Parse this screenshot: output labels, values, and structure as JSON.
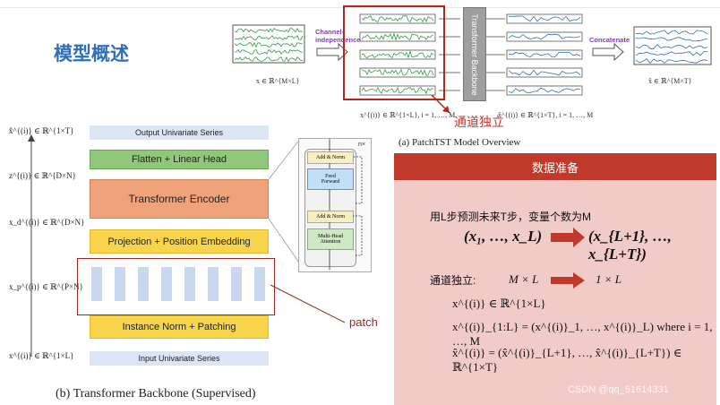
{
  "page_title": "模型概述",
  "overview": {
    "caption": "(a) PatchTST Model Overview",
    "input_label": "x ∈ ℝ^{M×L}",
    "channel_label_line1": "Channel-",
    "channel_label_line2": "independence",
    "backbone_label": "Transformer Backbone",
    "concatenate_label": "Concatenate",
    "output_label": "x̂ ∈ ℝ^{M×T}",
    "split_in_label": "x^{(i)} ∈ ℝ^{1×L}, i = 1, …, M",
    "split_out_label": "x̂^{(i)} ∈ ℝ^{1×T}, i = 1, …, M",
    "annotation": "通道独立"
  },
  "backbone": {
    "caption": "(b) Transformer Backbone (Supervised)",
    "layers": {
      "output_series": "Output Univariate Series",
      "flatten": "Flatten + Linear Head",
      "encoder": "Transformer Encoder",
      "projection": "Projection + Position Embedding",
      "norm_patch": "Instance Norm + Patching",
      "input_series": "Input Univariate Series"
    },
    "left_math": {
      "out": "x̂^{(i)} ∈ ℝ^{1×T}",
      "z": "z^{(i)} ∈ ℝ^{D×N}",
      "xd": "x_d^{(i)} ∈ ℝ^{D×N}",
      "xp": "x_p^{(i)} ∈ ℝ^{P×N}",
      "in": "x^{(i)} ∈ ℝ^{1×L}"
    },
    "patch_annotation": "patch",
    "encoder_detail": {
      "repeat": "n×",
      "add_norm_top": "Add & Norm",
      "feed_forward_line1": "Feed",
      "feed_forward_line2": "Forward",
      "add_norm_bottom": "Add & Norm",
      "attention_line1": "Multi-Head",
      "attention_line2": "Attention"
    }
  },
  "panel": {
    "header": "数据准备",
    "line1": "用L步预测未来T步，变量个数为M",
    "seq_in": "(x₁, …, x_L)",
    "seq_out": "(x_{L+1}, …, x_{L+T})",
    "channel_label": "通道独立:",
    "shape_in": "M × L",
    "shape_out": "1 × L",
    "eq1": "x^{(i)} ∈ ℝ^{1×L}",
    "eq2": "x^{(i)}_{1:L} = (x^{(i)}_1, …, x^{(i)}_L) where i = 1, …, M",
    "eq3": "x̂^{(i)} = (x̂^{(i)}_{L+1}, …, x̂^{(i)}_{L+T}) ∈ ℝ^{1×T}"
  },
  "watermark": "CSDN @qq_51614331",
  "colors": {
    "title_blue": "#2f6fb7",
    "accent_red": "#c0392b",
    "panel_bg": "#f1cbc8",
    "green_series": "#2e9e3e",
    "blue_series": "#2f6fb7"
  }
}
